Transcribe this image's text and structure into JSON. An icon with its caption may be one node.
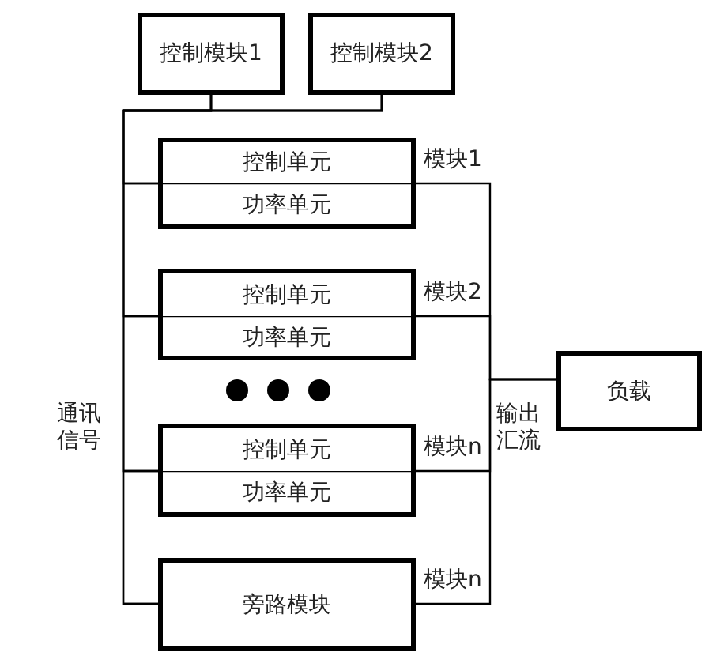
{
  "diagram": {
    "nodes": [
      {
        "text": [
          "控制模块1"
        ]
      },
      {
        "text": [
          "控制模块2"
        ]
      },
      {
        "text": [],
        "shape": "box",
        "beside": [
          "模块1"
        ]
      },
      {
        "text": [
          "控制单元"
        ],
        "in": 2
      },
      {
        "text": [
          "功率单元"
        ],
        "in": 2
      },
      {
        "text": [],
        "shape": "box",
        "beside": [
          "模块2"
        ]
      },
      {
        "text": [
          "控制单元"
        ],
        "in": 5
      },
      {
        "text": [
          "功率单元"
        ],
        "in": 5
      },
      {
        "text": [],
        "shape": "box",
        "beside": [
          "模块n"
        ]
      },
      {
        "text": [
          "控制单元"
        ],
        "in": 8
      },
      {
        "text": [
          "功率单元"
        ],
        "in": 8
      },
      {
        "text": [
          "旁路模块"
        ],
        "beside": [
          "模块n"
        ]
      },
      {
        "text": [
          "负载"
        ]
      }
    ],
    "edges": [
      {
        "from": 0,
        "to": 2,
        "arrow": "none"
      },
      {
        "from": 0,
        "to": 5,
        "arrow": "none"
      },
      {
        "from": 0,
        "to": 8,
        "arrow": "none"
      },
      {
        "from": 0,
        "to": 11,
        "arrow": "none"
      },
      {
        "from": 1,
        "to": 2,
        "arrow": "none"
      },
      {
        "from": 1,
        "to": 5,
        "arrow": "none"
      },
      {
        "from": 1,
        "to": 8,
        "arrow": "none"
      },
      {
        "from": 1,
        "to": 11,
        "arrow": "none"
      },
      {
        "from": 2,
        "to": 12,
        "arrow": "none"
      },
      {
        "from": 5,
        "to": 12,
        "arrow": "none"
      },
      {
        "from": 8,
        "to": 12,
        "arrow": "none"
      },
      {
        "from": 11,
        "to": 12,
        "arrow": "none"
      }
    ],
    "labels": [
      "通讯信号",
      "输出汇流"
    ]
  }
}
